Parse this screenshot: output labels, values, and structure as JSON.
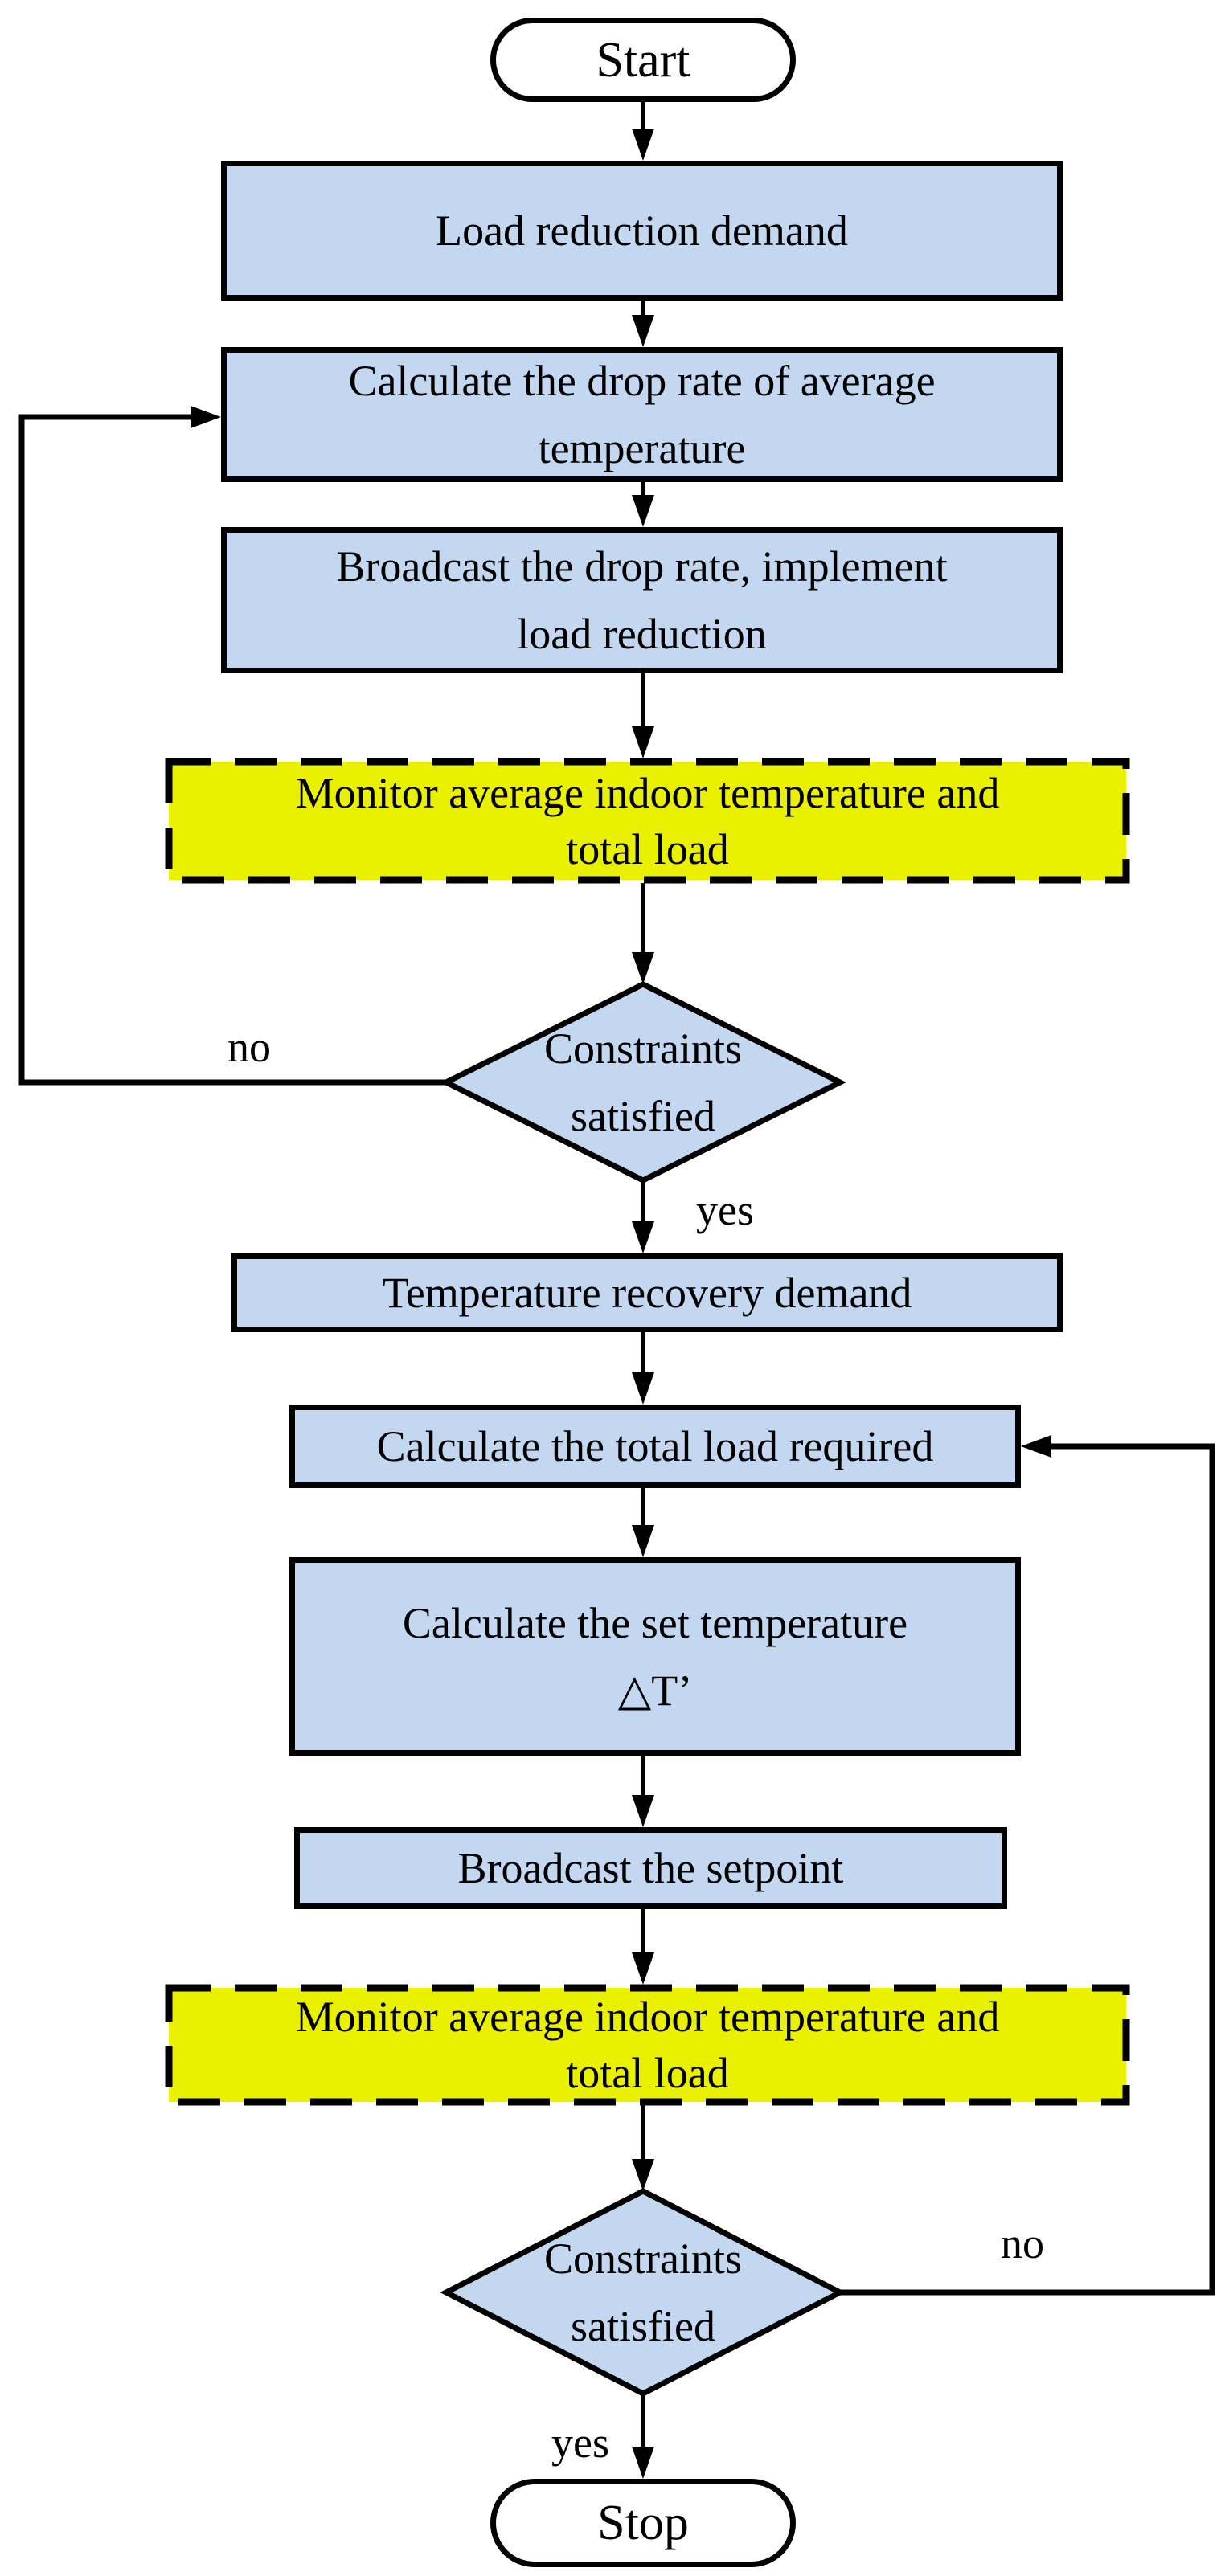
{
  "colors": {
    "process_fill": "#C3D8F0",
    "monitor_fill": "#E9F000",
    "terminator_fill": "#FFFFFF",
    "stroke": "#000000",
    "text": "#000000",
    "background": "#FFFFFF"
  },
  "flowchart": {
    "start": {
      "label": "Start"
    },
    "load_reduction_demand": {
      "lines": [
        "Load reduction demand"
      ]
    },
    "calc_drop_rate": {
      "lines": [
        "Calculate the drop rate of average",
        "temperature"
      ]
    },
    "broadcast_drop_rate": {
      "lines": [
        "Broadcast the drop rate, implement",
        "load reduction"
      ]
    },
    "monitor_load_reduction": {
      "lines": [
        "Monitor average indoor temperature and",
        "total load"
      ]
    },
    "constraints_check_1": {
      "lines": [
        "Constraints",
        "satisfied"
      ]
    },
    "temperature_recovery_demand": {
      "lines": [
        "Temperature recovery demand"
      ]
    },
    "calc_total_load": {
      "lines": [
        "Calculate the total load required"
      ]
    },
    "calc_set_temperature": {
      "lines": [
        "Calculate the set temperature",
        "△T’"
      ]
    },
    "broadcast_setpoint": {
      "lines": [
        "Broadcast the setpoint"
      ]
    },
    "monitor_recovery": {
      "lines": [
        "Monitor average indoor temperature and",
        "total load"
      ]
    },
    "constraints_check_2": {
      "lines": [
        "Constraints",
        "satisfied"
      ]
    },
    "stop": {
      "label": "Stop"
    },
    "edge_labels": {
      "no_1": "no",
      "yes_1": "yes",
      "no_2": "no",
      "yes_2": "yes"
    }
  }
}
